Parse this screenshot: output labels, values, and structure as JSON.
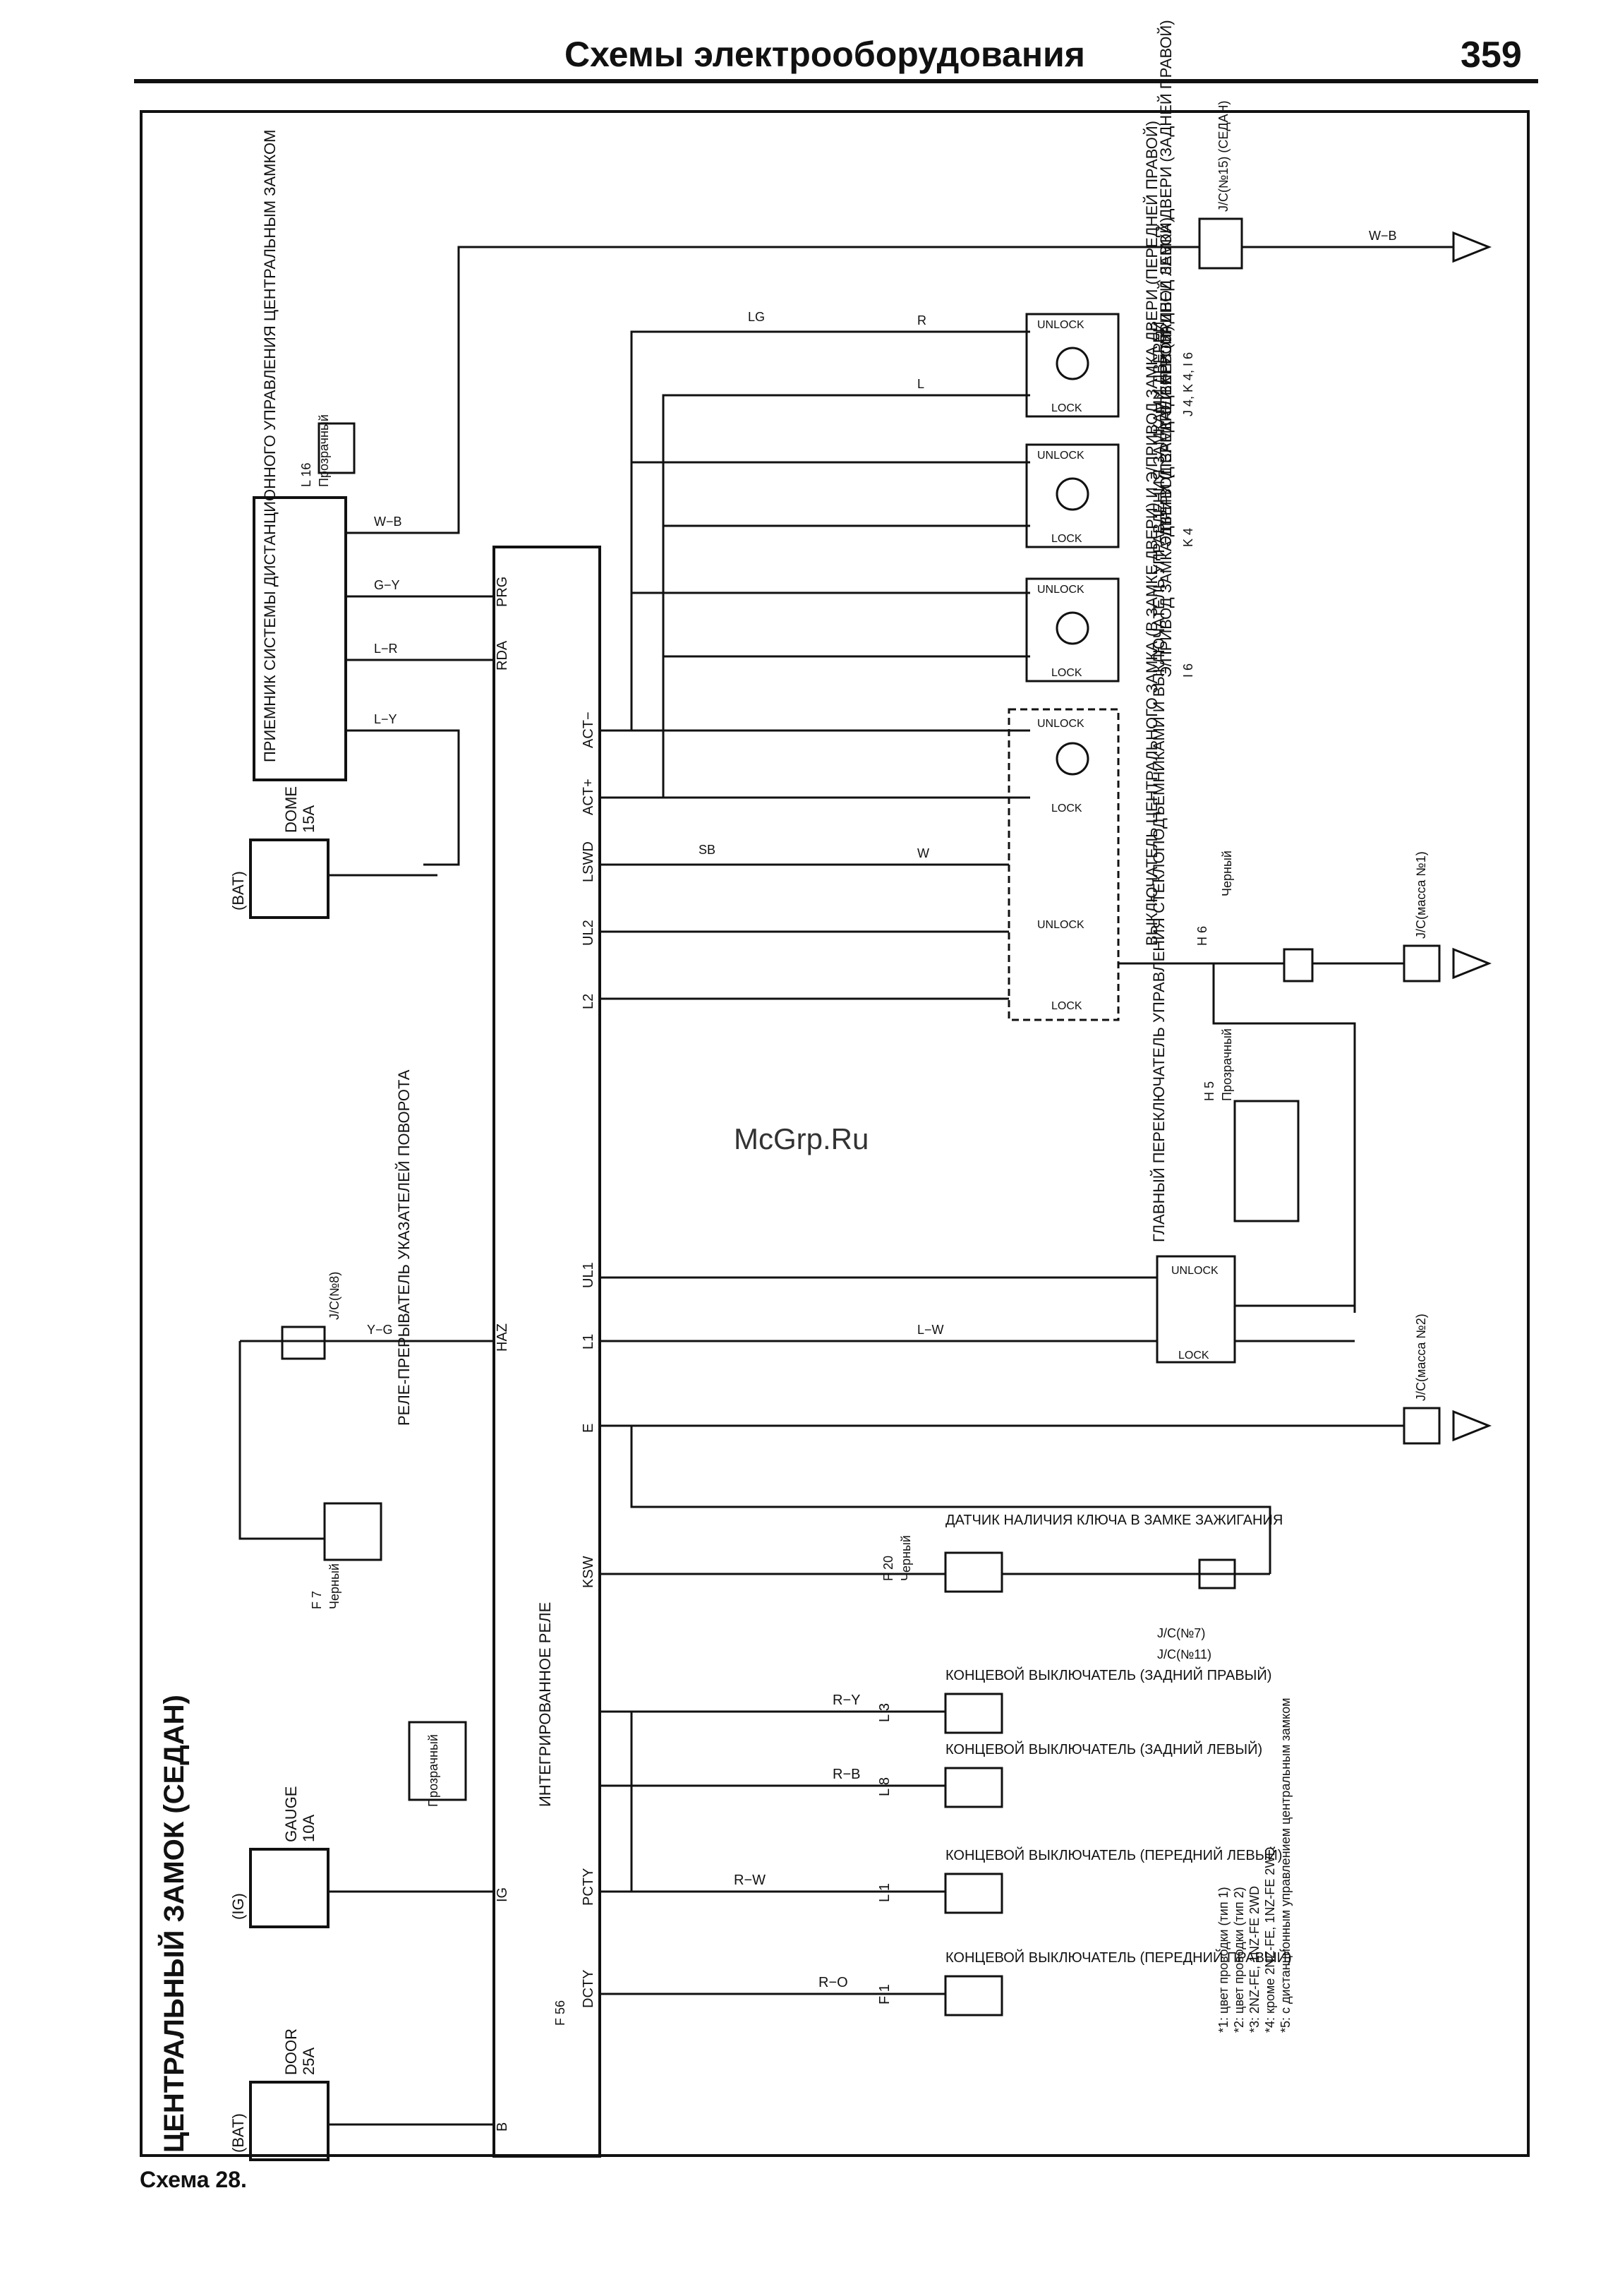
{
  "header": {
    "title": "Схемы электрооборудования",
    "page_number": "359"
  },
  "footer": {
    "caption": "Схема 28."
  },
  "watermark": "McGrp.Ru",
  "diagram": {
    "title": "ЦЕНТРАЛЬНЫЙ ЗАМОК (СЕДАН)",
    "fuses": [
      {
        "source": "(BAT)",
        "name": "DOME",
        "rating": "15A"
      },
      {
        "source": "(IG)",
        "name": "GAUGE",
        "rating": "10A"
      },
      {
        "source": "(BAT)",
        "name": "DOOR",
        "rating": "25A"
      }
    ],
    "integrated_relay": {
      "label": "ИНТЕГРИРОВАННОЕ РЕЛЕ",
      "code": "F 56"
    },
    "receiver": {
      "label": "ПРИЕМНИК СИСТЕМЫ ДИСТАНЦИОННОГО УПРАВЛЕНИЯ ЦЕНТРАЛЬНЫМ ЗАМКОМ",
      "code": "L 16",
      "connector": "Прозрачный"
    },
    "relay_pins": [
      "ACT−",
      "ACT+",
      "LSWD",
      "UL2",
      "L2",
      "UL1",
      "L1",
      "E",
      "KSW",
      "PCTY",
      "DCTY",
      "PRG",
      "RDA",
      "HAZ",
      "IG",
      "B"
    ],
    "actuators": [
      {
        "label": "ЭЛЕКТРОПРИВОД ЗАМКА ДВЕРИ (ЗАДНЕЙ ПРАВОЙ)",
        "code": "J 4, K 4, I 6"
      },
      {
        "label": "Э/ПРИВОД ЗАМКА ДВЕРИ (ЗАДНЕЙ ЛЕВОЙ)",
        "code": "K 4"
      },
      {
        "label": "Э/ПРИВОД ЗАМКА ДВЕРИ (ПЕРЕДНЕЙ ЛЕВОЙ)",
        "code": "I 6"
      },
      {
        "label": "ВЫКЛЮЧАТЕЛЬ ЦЕНТРАЛЬНОГО ЗАМКА (В ЗАМКЕ ДВЕРИ) И Э/ПРИВОД ЗАМКА ДВЕРИ (ПЕРЕДНЕЙ ПРАВОЙ)",
        "code": "H 6"
      }
    ],
    "main_switch": {
      "label": "ГЛАВНЫЙ ПЕРЕКЛЮЧАТЕЛЬ УПРАВЛЕНИЯ СТЕКЛОПОДЪЕМНИКАМИ И ВЫКЛЮЧАТЕЛЬ УПРАВЛЕНИЯ ЗАМКАМИ ДВЕРЕЙ",
      "code": "H 5",
      "connector": "Прозрачный"
    },
    "key_sensor": {
      "label": "ДАТЧИК НАЛИЧИЯ КЛЮЧА В ЗАМКЕ ЗАЖИГАНИЯ",
      "code": "F 20",
      "connector": "Черный"
    },
    "turn_relay": {
      "label": "РЕЛЕ-ПРЕРЫВАТЕЛЬ УКАЗАТЕЛЕЙ ПОВОРОТА",
      "code": "F 7",
      "connector": "Черный"
    },
    "door_switches": [
      {
        "label": "КОНЦЕВОЙ ВЫКЛЮЧАТЕЛЬ (ЗАДНИЙ ПРАВЫЙ)",
        "code": "L 3",
        "wire": "R−Y"
      },
      {
        "label": "КОНЦЕВОЙ ВЫКЛЮЧАТЕЛЬ (ЗАДНИЙ ЛЕВЫЙ)",
        "code": "L 8",
        "wire": "R−B"
      },
      {
        "label": "КОНЦЕВОЙ ВЫКЛЮЧАТЕЛЬ (ПЕРЕДНИЙ ЛЕВЫЙ)",
        "code": "L 1",
        "wire": "R−W"
      },
      {
        "label": "КОНЦЕВОЙ ВЫКЛЮЧАТЕЛЬ (ПЕРЕДНИЙ ПРАВЫЙ)",
        "code": "F 1",
        "wire": "R−O"
      }
    ],
    "junctions": [
      "J/C(№15) (СЕДАН)",
      "J/C(масса №1)",
      "J/C(масса №2)",
      "J/C(№8)",
      "J/C(№7)",
      "J/C(№11)"
    ],
    "wire_colors": [
      "W−B",
      "G−Y",
      "L−R",
      "L−Y",
      "R",
      "L",
      "LG",
      "SB",
      "W",
      "L−W",
      "Y−G"
    ],
    "labels": {
      "unlock": "UNLOCK",
      "lock": "LOCK",
      "transparent": "Прозрачный",
      "black": "Черный"
    },
    "notes": [
      "*1: цвет проводки (тип 1)",
      "*2: цвет проводки (тип 2)",
      "*3: 2NZ-FE, 1NZ-FE 2WD",
      "*4: кроме 2NZ-FE, 1NZ-FE 2WD",
      "*5: с дистанционным управлением центральным замком"
    ]
  }
}
